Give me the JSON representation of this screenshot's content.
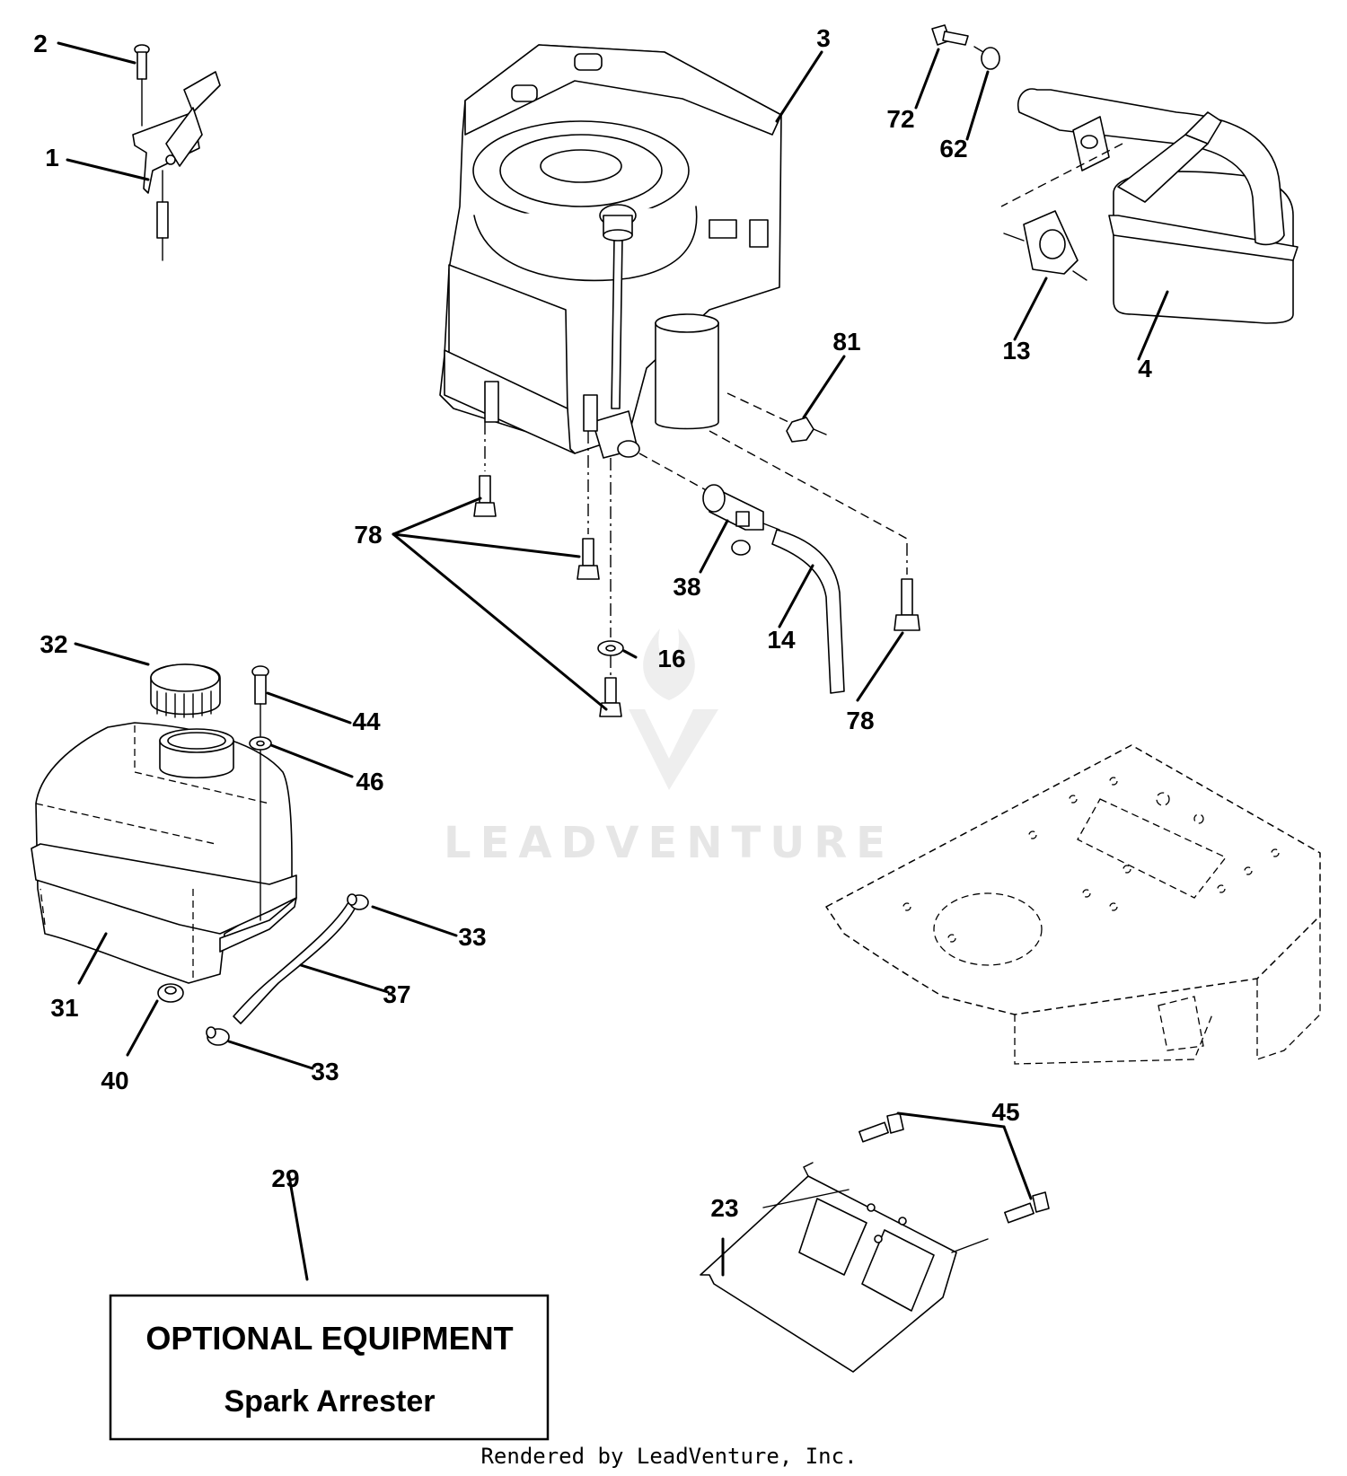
{
  "callouts": {
    "c1": "1",
    "c2": "2",
    "c3": "3",
    "c4": "4",
    "c13": "13",
    "c14": "14",
    "c16": "16",
    "c23": "23",
    "c29": "29",
    "c31": "31",
    "c32": "32",
    "c33a": "33",
    "c33b": "33",
    "c37": "37",
    "c38": "38",
    "c40": "40",
    "c44": "44",
    "c45": "45",
    "c46": "46",
    "c62": "62",
    "c72": "72",
    "c78a": "78",
    "c78b": "78",
    "c81": "81"
  },
  "optional_box": {
    "title": "OPTIONAL EQUIPMENT",
    "subtitle": "Spark Arrester"
  },
  "watermark": "LEADVENTURE",
  "footer": "Rendered by LeadVenture, Inc."
}
